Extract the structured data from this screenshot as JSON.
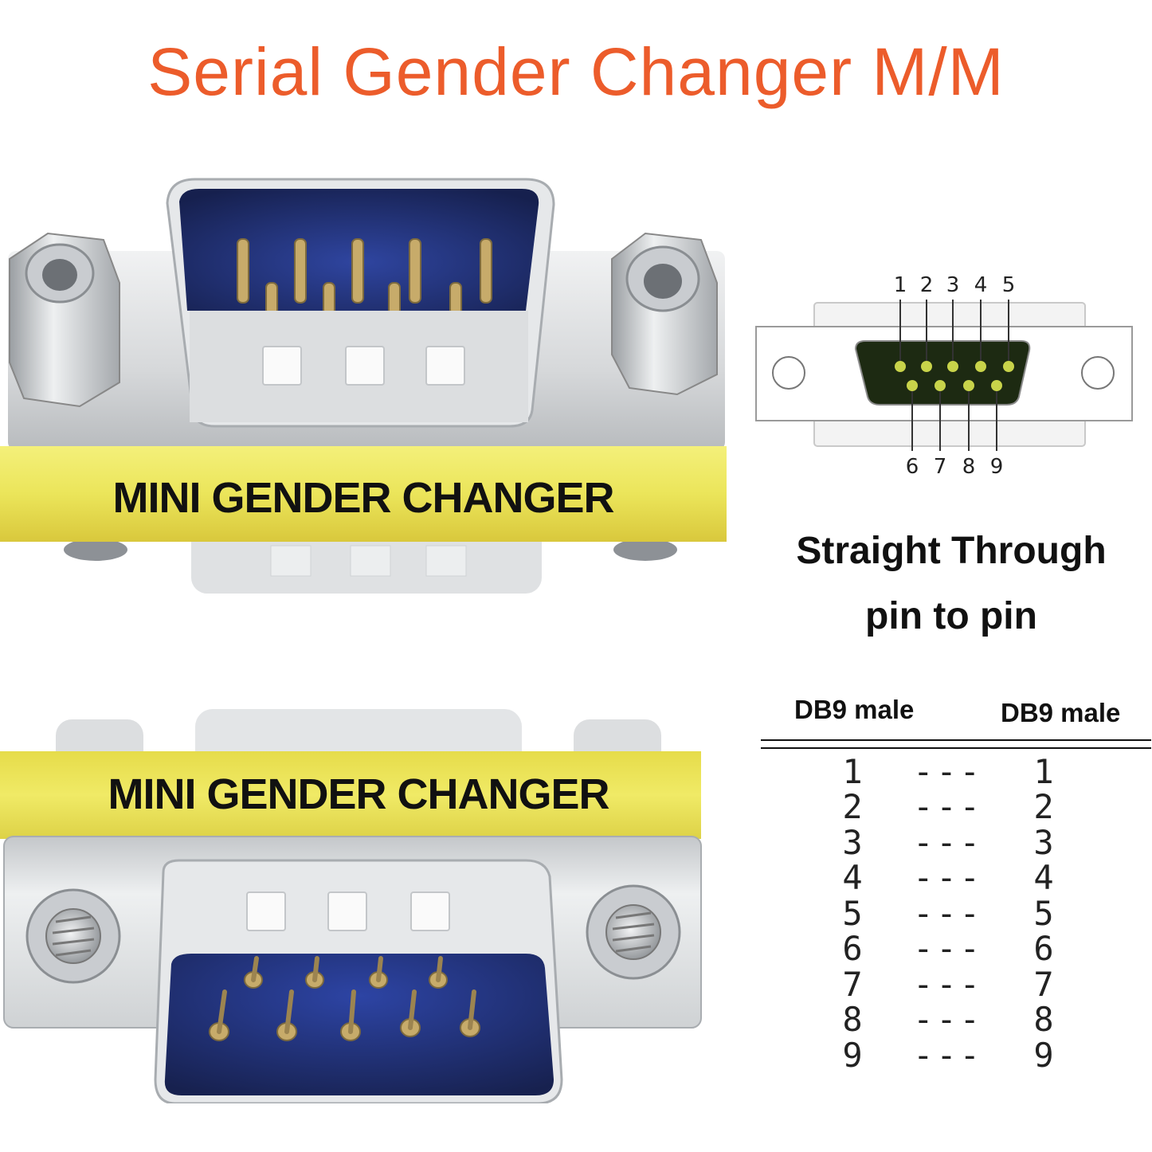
{
  "title": {
    "text": "Serial Gender Changer M/M",
    "color": "#ec5c2b"
  },
  "product": {
    "band_label_top": "MINI GENDER CHANGER",
    "band_label_bottom": "MINI GENDER CHANGER",
    "band_color": "#ece85c",
    "shell_color": "#d4d6d8",
    "insert_color": "#1f2f6c"
  },
  "pinout": {
    "top_pins": [
      "1",
      "2",
      "3",
      "4",
      "5"
    ],
    "bottom_pins": [
      "6",
      "7",
      "8",
      "9"
    ],
    "pin_color": "#c8d34a",
    "face_color": "#1d2a12"
  },
  "subtitle": {
    "line1": "Straight Through",
    "line2": "pin to pin"
  },
  "mapping": {
    "left_header": "DB9 male",
    "right_header": "DB9 male",
    "dash": "---",
    "rows": [
      {
        "left": "1",
        "right": "1"
      },
      {
        "left": "2",
        "right": "2"
      },
      {
        "left": "3",
        "right": "3"
      },
      {
        "left": "4",
        "right": "4"
      },
      {
        "left": "5",
        "right": "5"
      },
      {
        "left": "6",
        "right": "6"
      },
      {
        "left": "7",
        "right": "7"
      },
      {
        "left": "8",
        "right": "8"
      },
      {
        "left": "9",
        "right": "9"
      }
    ]
  }
}
